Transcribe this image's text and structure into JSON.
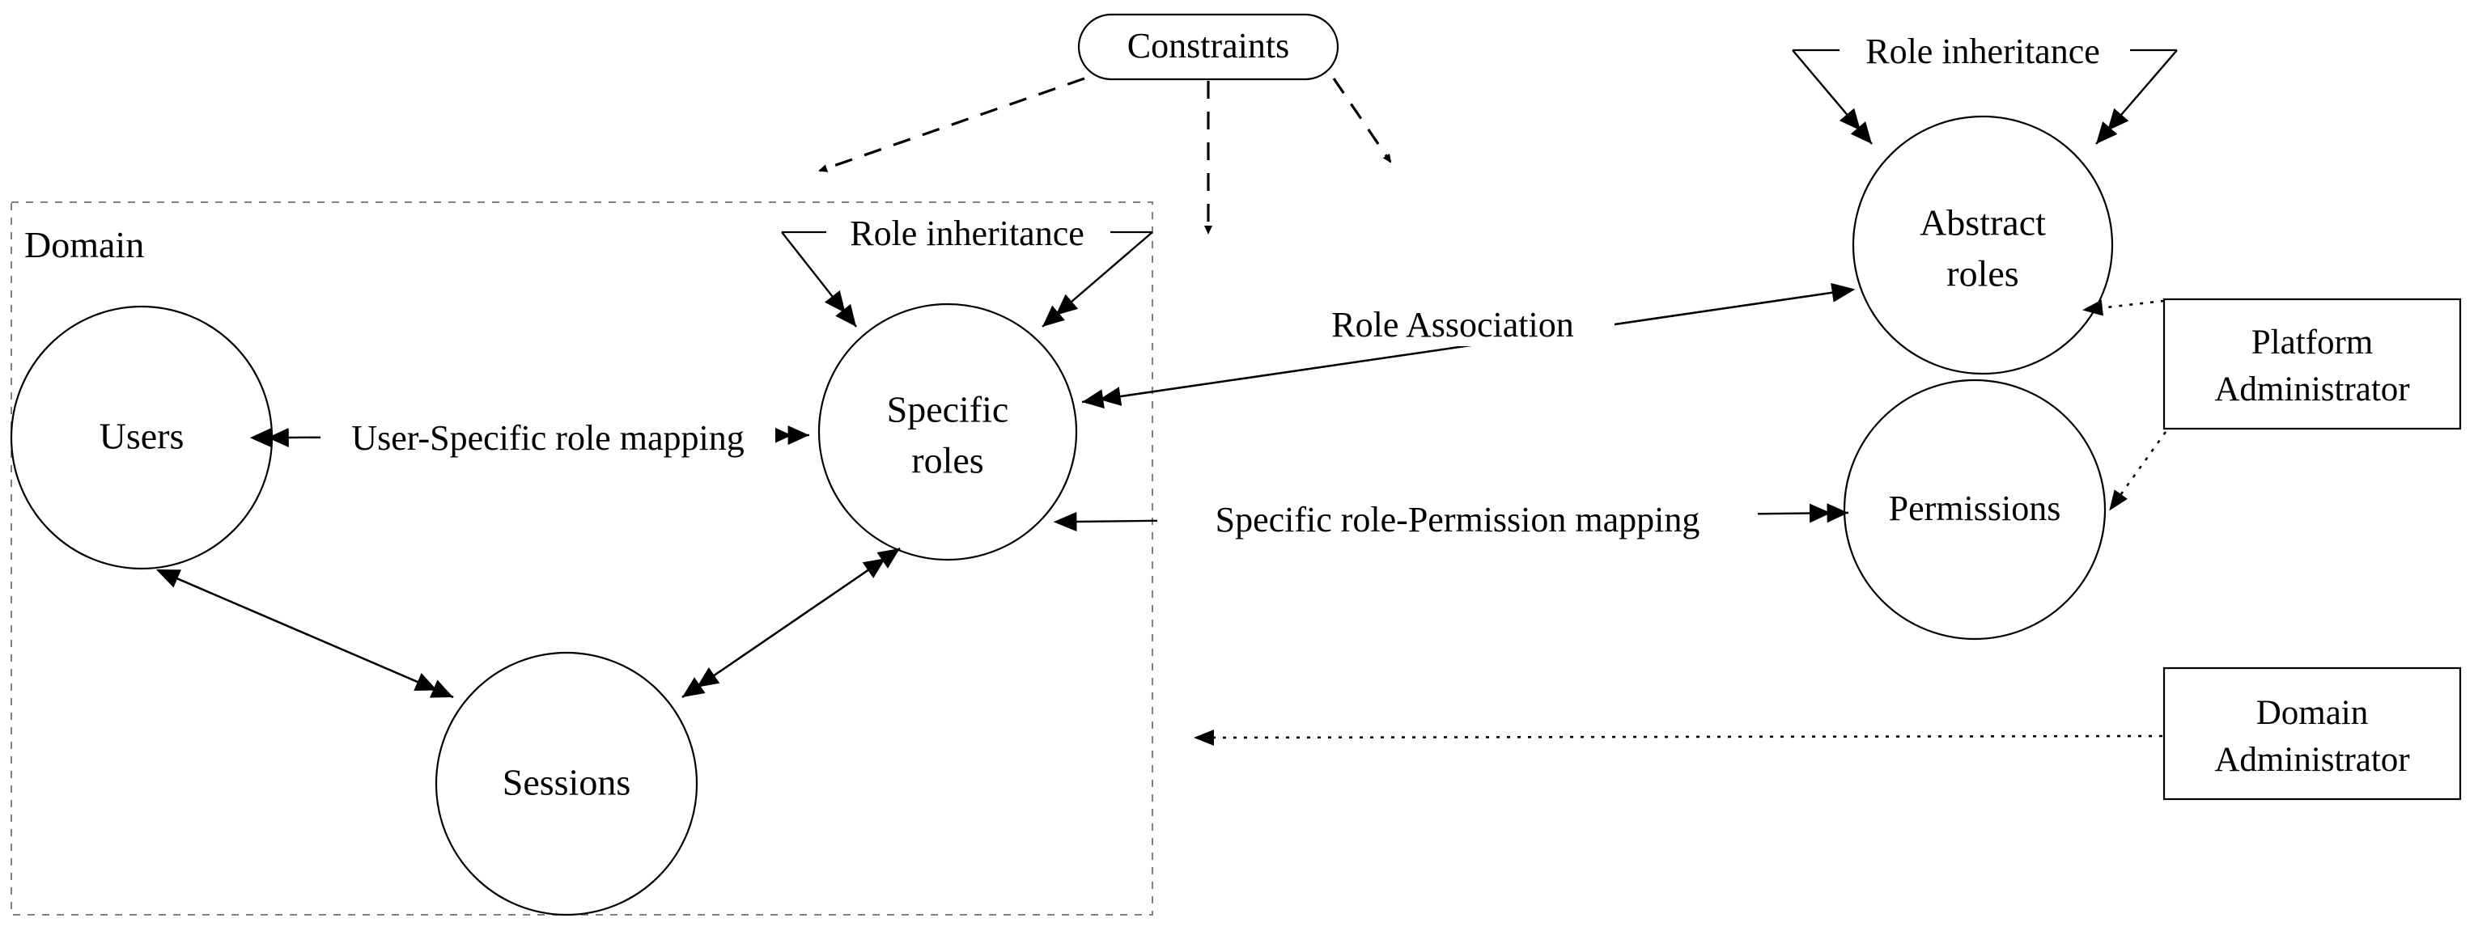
{
  "diagram": {
    "title_nodes": {
      "domain_group_label": "Domain",
      "users": "Users",
      "sessions": "Sessions",
      "specific_roles_line1": "Specific",
      "specific_roles_line2": "roles",
      "abstract_roles_line1": "Abstract",
      "abstract_roles_line2": "roles",
      "permissions": "Permissions",
      "constraints": "Constraints",
      "platform_admin_line1": "Platform",
      "platform_admin_line2": "Administrator",
      "domain_admin_line1": "Domain",
      "domain_admin_line2": "Administrator"
    },
    "edge_labels": {
      "user_specific_role_mapping": "User-Specific role mapping",
      "role_inheritance_specific": "Role inheritance",
      "role_inheritance_abstract": "Role inheritance",
      "role_association": "Role Association",
      "specific_role_permission_mapping": "Specific role-Permission mapping"
    },
    "colors": {
      "stroke": "#000000",
      "group_border": "#808080",
      "background": "#ffffff"
    }
  }
}
